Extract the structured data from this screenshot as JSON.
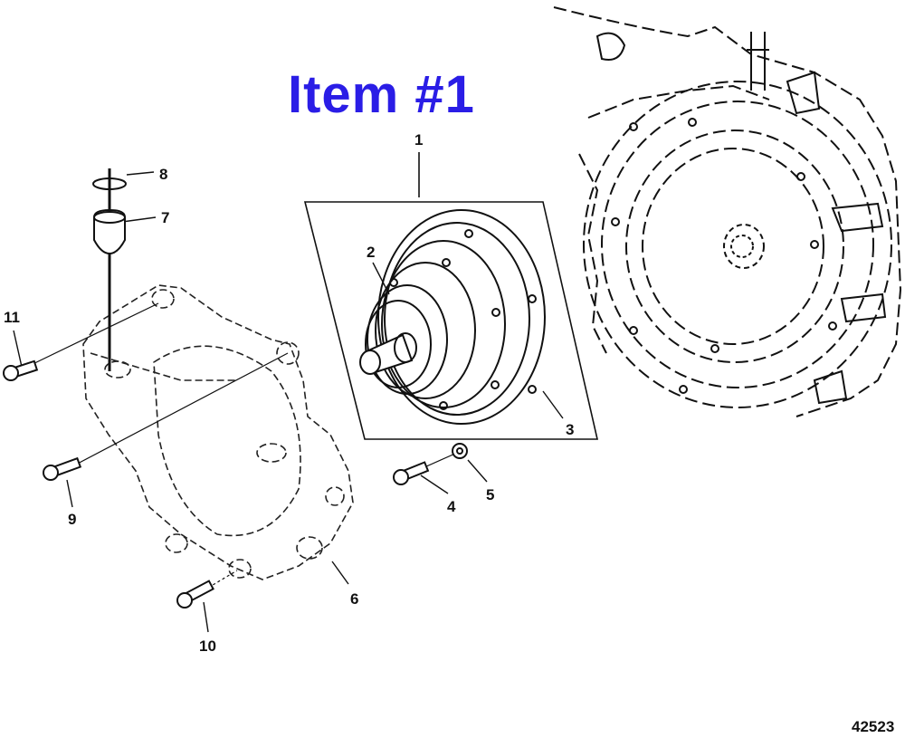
{
  "diagram": {
    "title": "Item #1",
    "title_color": "#2a1de6",
    "figure_number": "42523",
    "type": "exploded parts diagram",
    "callouts": [
      {
        "id": "1",
        "label": "1",
        "part": "damper assembly (boxed group)"
      },
      {
        "id": "2",
        "label": "2",
        "part": "coupler / hub seal"
      },
      {
        "id": "3",
        "label": "3",
        "part": "damper plate"
      },
      {
        "id": "4",
        "label": "4",
        "part": "bolt"
      },
      {
        "id": "5",
        "label": "5",
        "part": "washer"
      },
      {
        "id": "6",
        "label": "6",
        "part": "flywheel housing"
      },
      {
        "id": "7",
        "label": "7",
        "part": "mount"
      },
      {
        "id": "8",
        "label": "8",
        "part": "washer / ring"
      },
      {
        "id": "9",
        "label": "9",
        "part": "bolt"
      },
      {
        "id": "10",
        "label": "10",
        "part": "bolt"
      },
      {
        "id": "11",
        "label": "11",
        "part": "bolt"
      }
    ]
  }
}
